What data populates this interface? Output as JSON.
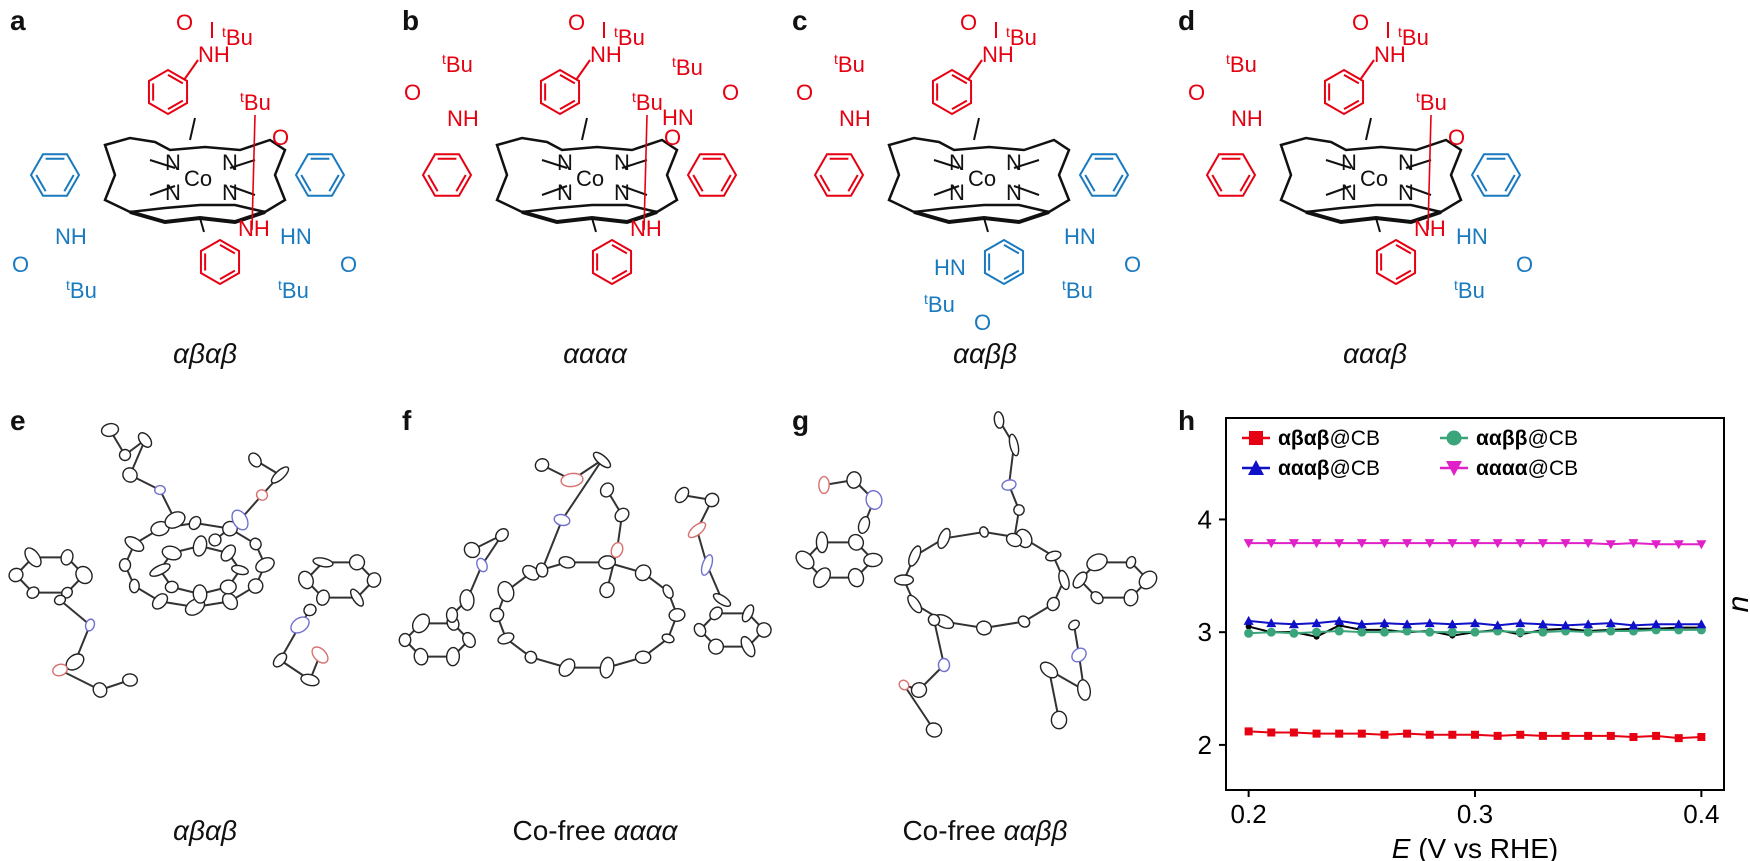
{
  "colors": {
    "alpha": "#e60012",
    "beta": "#1a7abf",
    "core": "#111111",
    "n_atom": "#6f6fd0",
    "o_atom": "#d87070"
  },
  "panels": {
    "a": {
      "label": "a",
      "caption": "αβαβ"
    },
    "b": {
      "label": "b",
      "caption": "αααα"
    },
    "c": {
      "label": "c",
      "caption": "ααββ"
    },
    "d": {
      "label": "d",
      "caption": "αααβ"
    },
    "e": {
      "label": "e",
      "caption": "αβαβ"
    },
    "f": {
      "label": "f",
      "caption_prefix": "Co-free ",
      "caption": "αααα"
    },
    "g": {
      "label": "g",
      "caption_prefix": "Co-free ",
      "caption": "ααββ"
    },
    "h": {
      "label": "h"
    }
  },
  "atoms": {
    "co": "Co",
    "n": "N",
    "nh": "NH",
    "hn": "HN",
    "o": "O",
    "tbu_sup": "t",
    "tbu": "Bu"
  },
  "chart_data": {
    "type": "line",
    "xlabel_italic": "E",
    "xlabel_rest": " (V vs RHE)",
    "ylabel": "n",
    "xlim": [
      0.19,
      0.41
    ],
    "ylim": [
      1.6,
      4.9
    ],
    "xticks": [
      "0.2",
      "0.3",
      "0.4"
    ],
    "yticks": [
      "2",
      "3",
      "4"
    ],
    "x": [
      0.2,
      0.21,
      0.22,
      0.23,
      0.24,
      0.25,
      0.26,
      0.27,
      0.28,
      0.29,
      0.3,
      0.31,
      0.32,
      0.33,
      0.34,
      0.35,
      0.36,
      0.37,
      0.38,
      0.39,
      0.4
    ],
    "series": [
      {
        "name": "αβαβ",
        "suffix": "@CB",
        "color": "#e60012",
        "marker": "square",
        "values": [
          2.12,
          2.11,
          2.11,
          2.1,
          2.1,
          2.1,
          2.09,
          2.1,
          2.09,
          2.09,
          2.09,
          2.08,
          2.09,
          2.08,
          2.08,
          2.08,
          2.08,
          2.07,
          2.08,
          2.06,
          2.07
        ]
      },
      {
        "name": "ααββ",
        "suffix": "@CB",
        "color": "#3aa57a",
        "marker": "circle",
        "values": [
          2.99,
          3.0,
          2.99,
          3.0,
          3.01,
          3.0,
          3.0,
          3.01,
          3.0,
          3.0,
          3.0,
          3.01,
          3.0,
          3.0,
          3.01,
          3.0,
          3.01,
          3.01,
          3.02,
          3.02,
          3.02
        ]
      },
      {
        "name": "αααβ",
        "suffix": "@CB",
        "color": "#1010c8",
        "marker": "triangle-up",
        "values": [
          3.1,
          3.08,
          3.07,
          3.08,
          3.1,
          3.07,
          3.08,
          3.07,
          3.08,
          3.07,
          3.08,
          3.06,
          3.08,
          3.07,
          3.06,
          3.07,
          3.08,
          3.06,
          3.07,
          3.07,
          3.07
        ]
      },
      {
        "name": "αααα",
        "suffix": "@CB",
        "color": "#e020c8",
        "marker": "triangle-down",
        "values": [
          3.79,
          3.79,
          3.79,
          3.79,
          3.79,
          3.79,
          3.79,
          3.79,
          3.79,
          3.79,
          3.79,
          3.79,
          3.79,
          3.79,
          3.79,
          3.79,
          3.78,
          3.79,
          3.78,
          3.78,
          3.78
        ]
      }
    ],
    "extra_line": {
      "color": "#000000",
      "values": [
        3.05,
        3.0,
        3.0,
        2.96,
        3.06,
        3.02,
        3.02,
        3.0,
        3.01,
        2.97,
        3.0,
        3.02,
        2.98,
        3.02,
        3.03,
        3.01,
        3.02,
        3.03,
        3.03,
        3.04,
        3.04
      ]
    },
    "legend_position": "top"
  }
}
